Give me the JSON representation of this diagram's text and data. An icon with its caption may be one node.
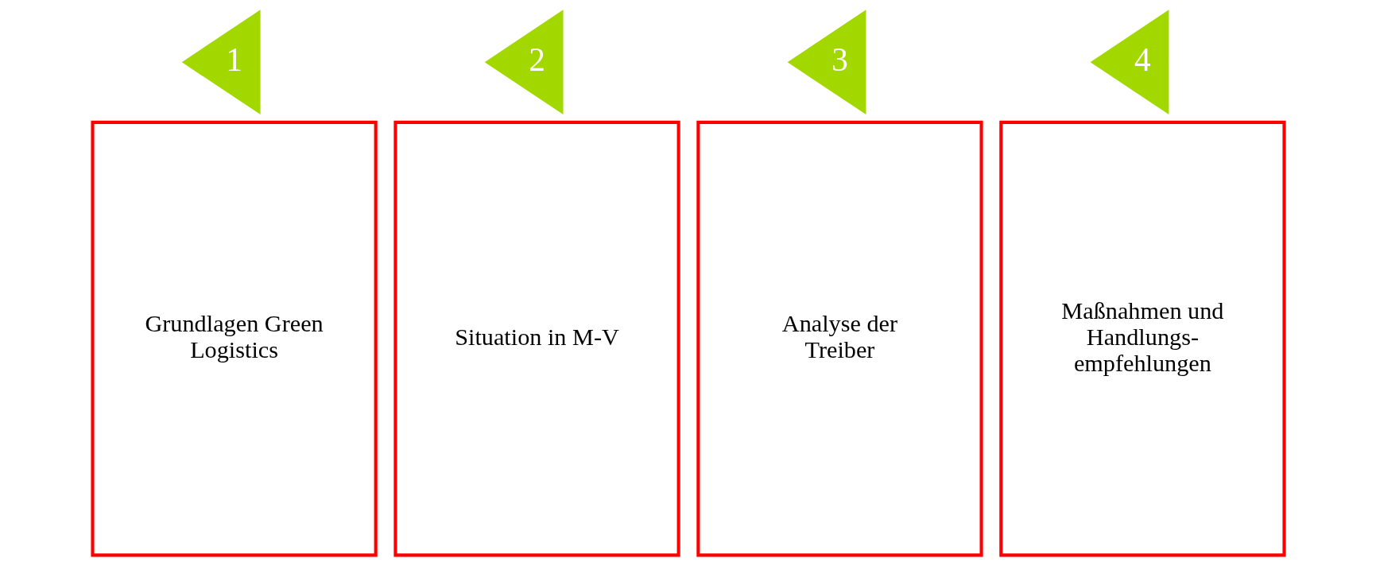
{
  "diagram": {
    "nodes": [
      {
        "text": [
          "1"
        ]
      },
      {
        "text": [
          "Grundlagen Green Logistics"
        ]
      },
      {
        "text": [
          "2"
        ]
      },
      {
        "text": [
          "Situation in M-V"
        ]
      },
      {
        "text": [
          "3"
        ]
      },
      {
        "text": [
          "Analyse der Treiber"
        ]
      },
      {
        "text": [
          "4"
        ]
      },
      {
        "text": [
          "Maßnahmen und Handlungs- empfehlungen"
        ]
      }
    ],
    "edges": []
  }
}
